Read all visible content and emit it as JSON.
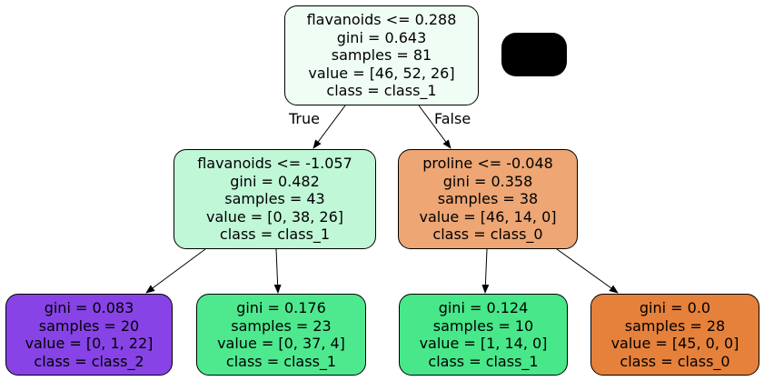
{
  "tree": {
    "nodes": [
      {
        "id": "n0",
        "lines": [
          "flavanoids <= 0.288",
          "gini = 0.643",
          "samples = 81",
          "value = [46, 52, 26]",
          "class = class_1"
        ],
        "fill": "#effdf4"
      },
      {
        "id": "n1",
        "lines": [
          "flavanoids <= -1.057",
          "gini = 0.482",
          "samples = 43",
          "value = [0, 38, 26]",
          "class = class_1"
        ],
        "fill": "#c0f7d7"
      },
      {
        "id": "n2",
        "lines": [
          "proline <= -0.048",
          "gini = 0.358",
          "samples = 38",
          "value = [46, 14, 0]",
          "class = class_0"
        ],
        "fill": "#eda674"
      },
      {
        "id": "n3",
        "lines": [
          "gini = 0.083",
          "samples = 20",
          "value = [0, 1, 22]",
          "class = class_2"
        ],
        "fill": "#8743e6"
      },
      {
        "id": "n4",
        "lines": [
          "gini = 0.176",
          "samples = 23",
          "value = [0, 37, 4]",
          "class = class_1"
        ],
        "fill": "#4ee88f"
      },
      {
        "id": "n5",
        "lines": [
          "gini = 0.124",
          "samples = 10",
          "value = [1, 14, 0]",
          "class = class_1"
        ],
        "fill": "#47e78a"
      },
      {
        "id": "n6",
        "lines": [
          "gini = 0.0",
          "samples = 28",
          "value = [45, 0, 0]",
          "class = class_0"
        ],
        "fill": "#e5813b"
      }
    ],
    "edges": [
      {
        "from": "n0",
        "to": "n1",
        "label": "True"
      },
      {
        "from": "n0",
        "to": "n2",
        "label": "False"
      },
      {
        "from": "n1",
        "to": "n3",
        "label": ""
      },
      {
        "from": "n1",
        "to": "n4",
        "label": ""
      },
      {
        "from": "n2",
        "to": "n5",
        "label": ""
      },
      {
        "from": "n2",
        "to": "n6",
        "label": ""
      }
    ]
  }
}
